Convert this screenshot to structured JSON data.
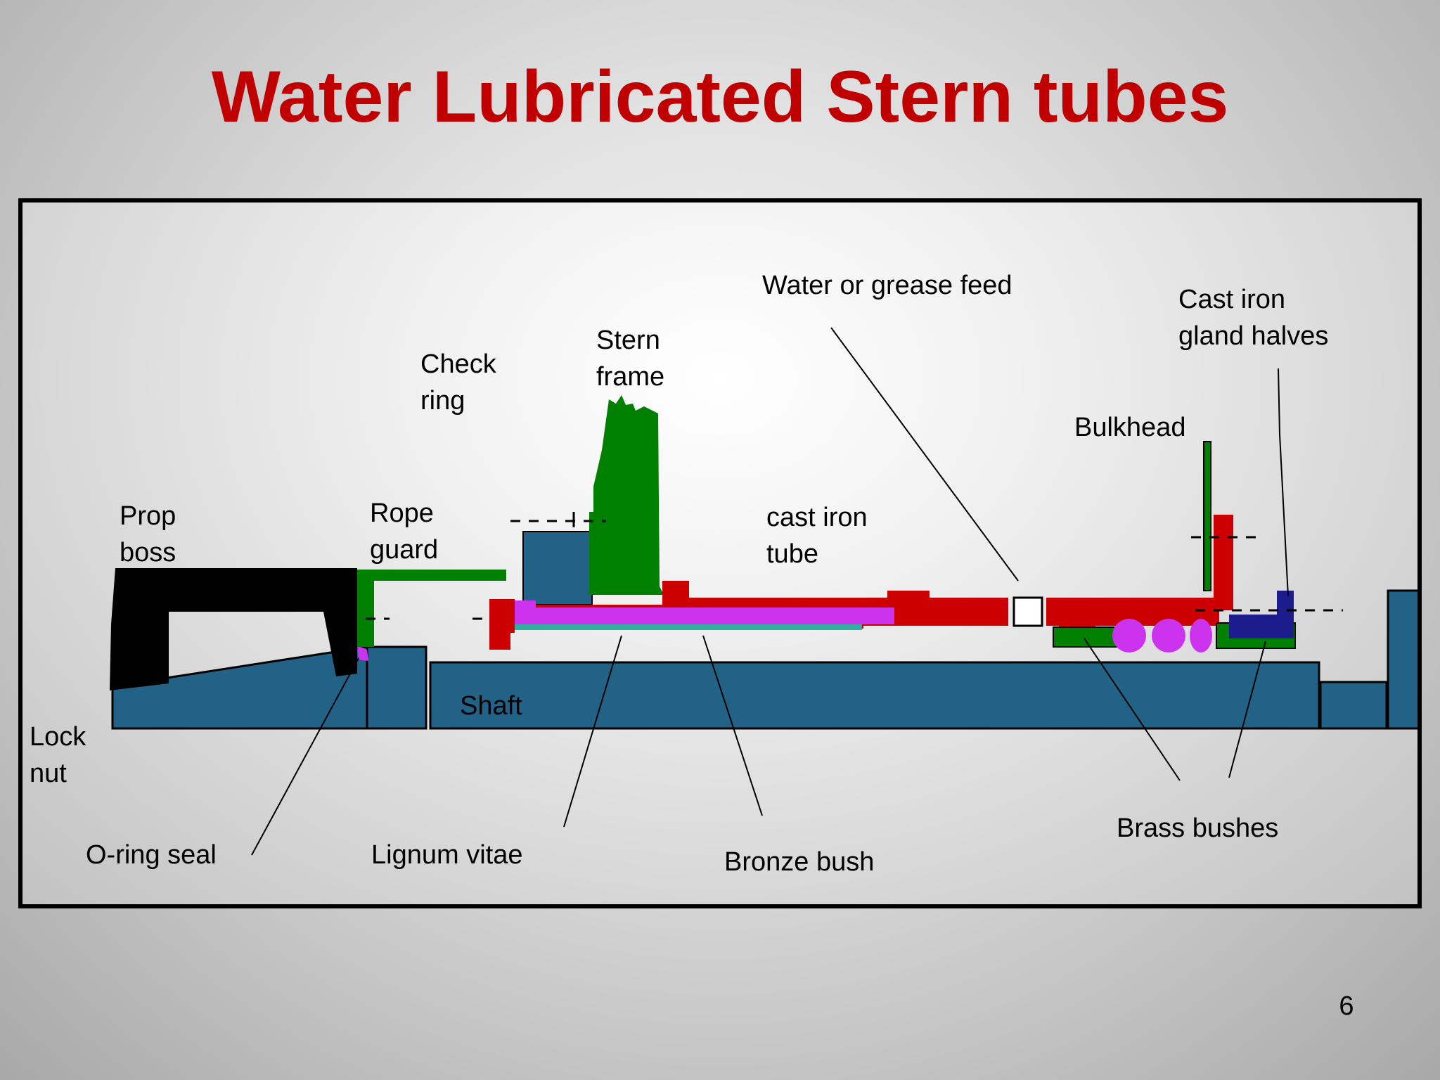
{
  "slide": {
    "title": "Water Lubricated Stern tubes",
    "page_number": "6"
  },
  "colors": {
    "title": "#c00000",
    "shaft_blue": "#236287",
    "red": "#cc0000",
    "green": "#008000",
    "magenta": "#cc33ee",
    "teal": "#30b0a0",
    "navy": "#1c1c8c",
    "black": "#000000"
  },
  "labels": {
    "prop_boss": [
      "Prop",
      "boss"
    ],
    "rope_guard": [
      "Rope",
      "guard"
    ],
    "check_ring": [
      "Check",
      "ring"
    ],
    "stern_frame": [
      "Stern",
      "frame"
    ],
    "water_feed": "Water or grease feed",
    "cast_iron_gland": [
      "Cast iron",
      "gland halves"
    ],
    "bulkhead": "Bulkhead",
    "cast_iron_tube": [
      "cast iron",
      "tube"
    ],
    "shaft": "Shaft",
    "lock_nut": [
      "Lock",
      "nut"
    ],
    "o_ring_seal": "O-ring seal",
    "lignum_vitae": "Lignum vitae",
    "bronze_bush": "Bronze bush",
    "brass_bushes": "Brass bushes"
  }
}
